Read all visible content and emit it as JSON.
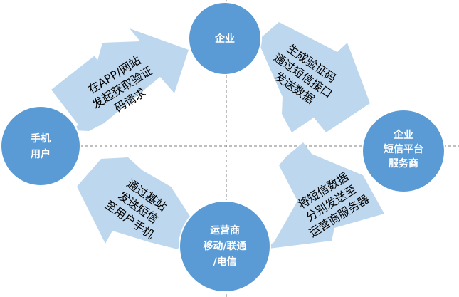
{
  "diagram": {
    "nodes": {
      "enterprise": {
        "lines": [
          "企业"
        ]
      },
      "sms_platform": {
        "lines": [
          "企业",
          "短信平台",
          "服务商"
        ]
      },
      "carrier": {
        "lines": [
          "运营商",
          "移动/联通",
          "/电信"
        ]
      },
      "mobile_user": {
        "lines": [
          "手机",
          "用户"
        ]
      }
    },
    "arrows": {
      "user_to_enterprise": {
        "lines": [
          "在APP/网站",
          "发起获取验证",
          "码请求"
        ]
      },
      "enterprise_to_platform": {
        "lines": [
          "生成验证码",
          "通过短信接口",
          "发送数据"
        ]
      },
      "platform_to_carrier": {
        "lines": [
          "将短信数据",
          "分别发送至",
          "运营商服务器"
        ]
      },
      "carrier_to_user": {
        "lines": [
          "通过基站",
          "发送短信",
          "至用户手机"
        ]
      }
    },
    "colors": {
      "node_fill": "#5b9bd5",
      "node_stroke": "#ffffff",
      "arrow_fill": "#bdd7ee",
      "axis_line": "#7f7f7f"
    }
  }
}
